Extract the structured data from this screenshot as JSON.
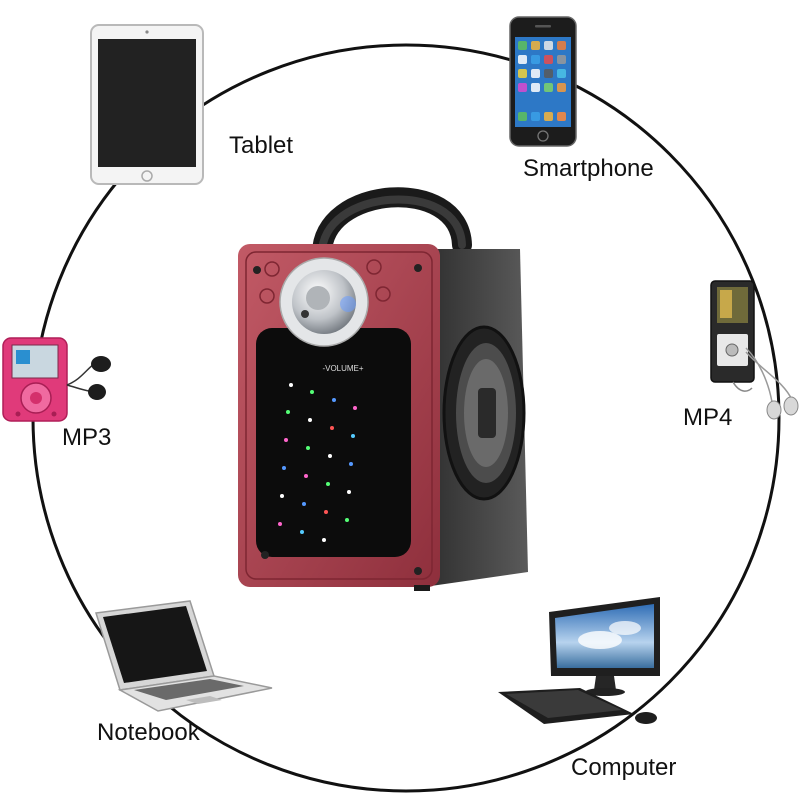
{
  "devices": {
    "tablet": "Tablet",
    "smartphone": "Smartphone",
    "mp3": "MP3",
    "mp4": "MP4",
    "notebook": "Notebook",
    "computer": "Computer"
  },
  "speaker": {
    "volume_label": "-VOLUME+"
  },
  "colors": {
    "speaker_body": "#b04a55",
    "speaker_side": "#3a3a3a",
    "mp3_player": "#e03a7a",
    "circle": "#111111"
  }
}
